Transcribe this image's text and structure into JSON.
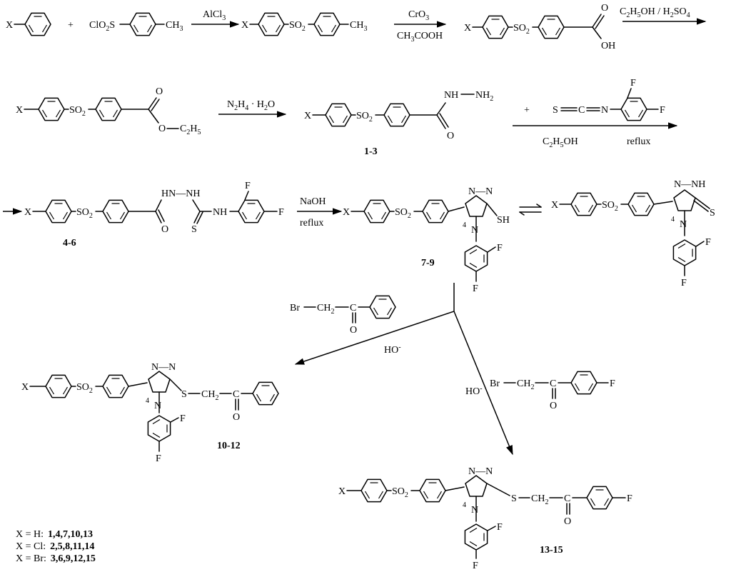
{
  "labels": {
    "X": "X",
    "plus": "+",
    "SO2": "SO",
    "sub2": "2",
    "ClO2S": "ClO",
    "S": "S",
    "CH3": "CH",
    "sub3": "3",
    "O": "O",
    "OH": "OH",
    "NH2": "NH",
    "N": "N",
    "NH": "NH",
    "HN": "HN",
    "NNH": "N—NH",
    "HNNH": "HN—NH",
    "NN": "N—N",
    "SH": "SH",
    "F": "F",
    "Br": "Br",
    "CH2": "CH",
    "C": "C",
    "H": "H",
    "num4": "4",
    "ethyl": "C",
    "H5": "H",
    "sub5": "5",
    "NH2sub": "2",
    "Sdb": "S",
    "Ndb": "N",
    "bullet": "·"
  },
  "reagents": {
    "alcl3_main": "AlCl",
    "alcl3_sub": "3",
    "cro3_main": "CrO",
    "cro3_sub": "3",
    "acoh_a": "CH",
    "acoh_sub": "3",
    "acoh_b": "COOH",
    "esterif_a": "C",
    "esterif_sub1": "2",
    "esterif_b": "H",
    "esterif_sub2": "5",
    "esterif_c": "OH / H",
    "esterif_sub3": "2",
    "esterif_d": "SO",
    "esterif_sub4": "4",
    "hydrazine_a": "N",
    "hydrazine_sub1": "2",
    "hydrazine_b": "H",
    "hydrazine_sub2": "4",
    "hydrazine_c": " · H",
    "hydrazine_sub3": "2",
    "hydrazine_d": "O",
    "ethanol_a": "C",
    "ethanol_sub1": "2",
    "ethanol_b": "H",
    "ethanol_sub2": "5",
    "ethanol_c": "OH",
    "reflux": "reflux",
    "naoh": "NaOH",
    "hydroxide": "HO",
    "minus": "-"
  },
  "compounds": {
    "c1": "1-3",
    "c4": "4-6",
    "c7": "7-9",
    "c10": "10-12",
    "c13": "13-15"
  },
  "legend": [
    {
      "substituent": "X = H:",
      "codes": "1,4,7,10,13"
    },
    {
      "substituent": "X = Cl:",
      "codes": "2,5,8,11,14"
    },
    {
      "substituent": "X = Br:",
      "codes": "3,6,9,12,15"
    }
  ]
}
